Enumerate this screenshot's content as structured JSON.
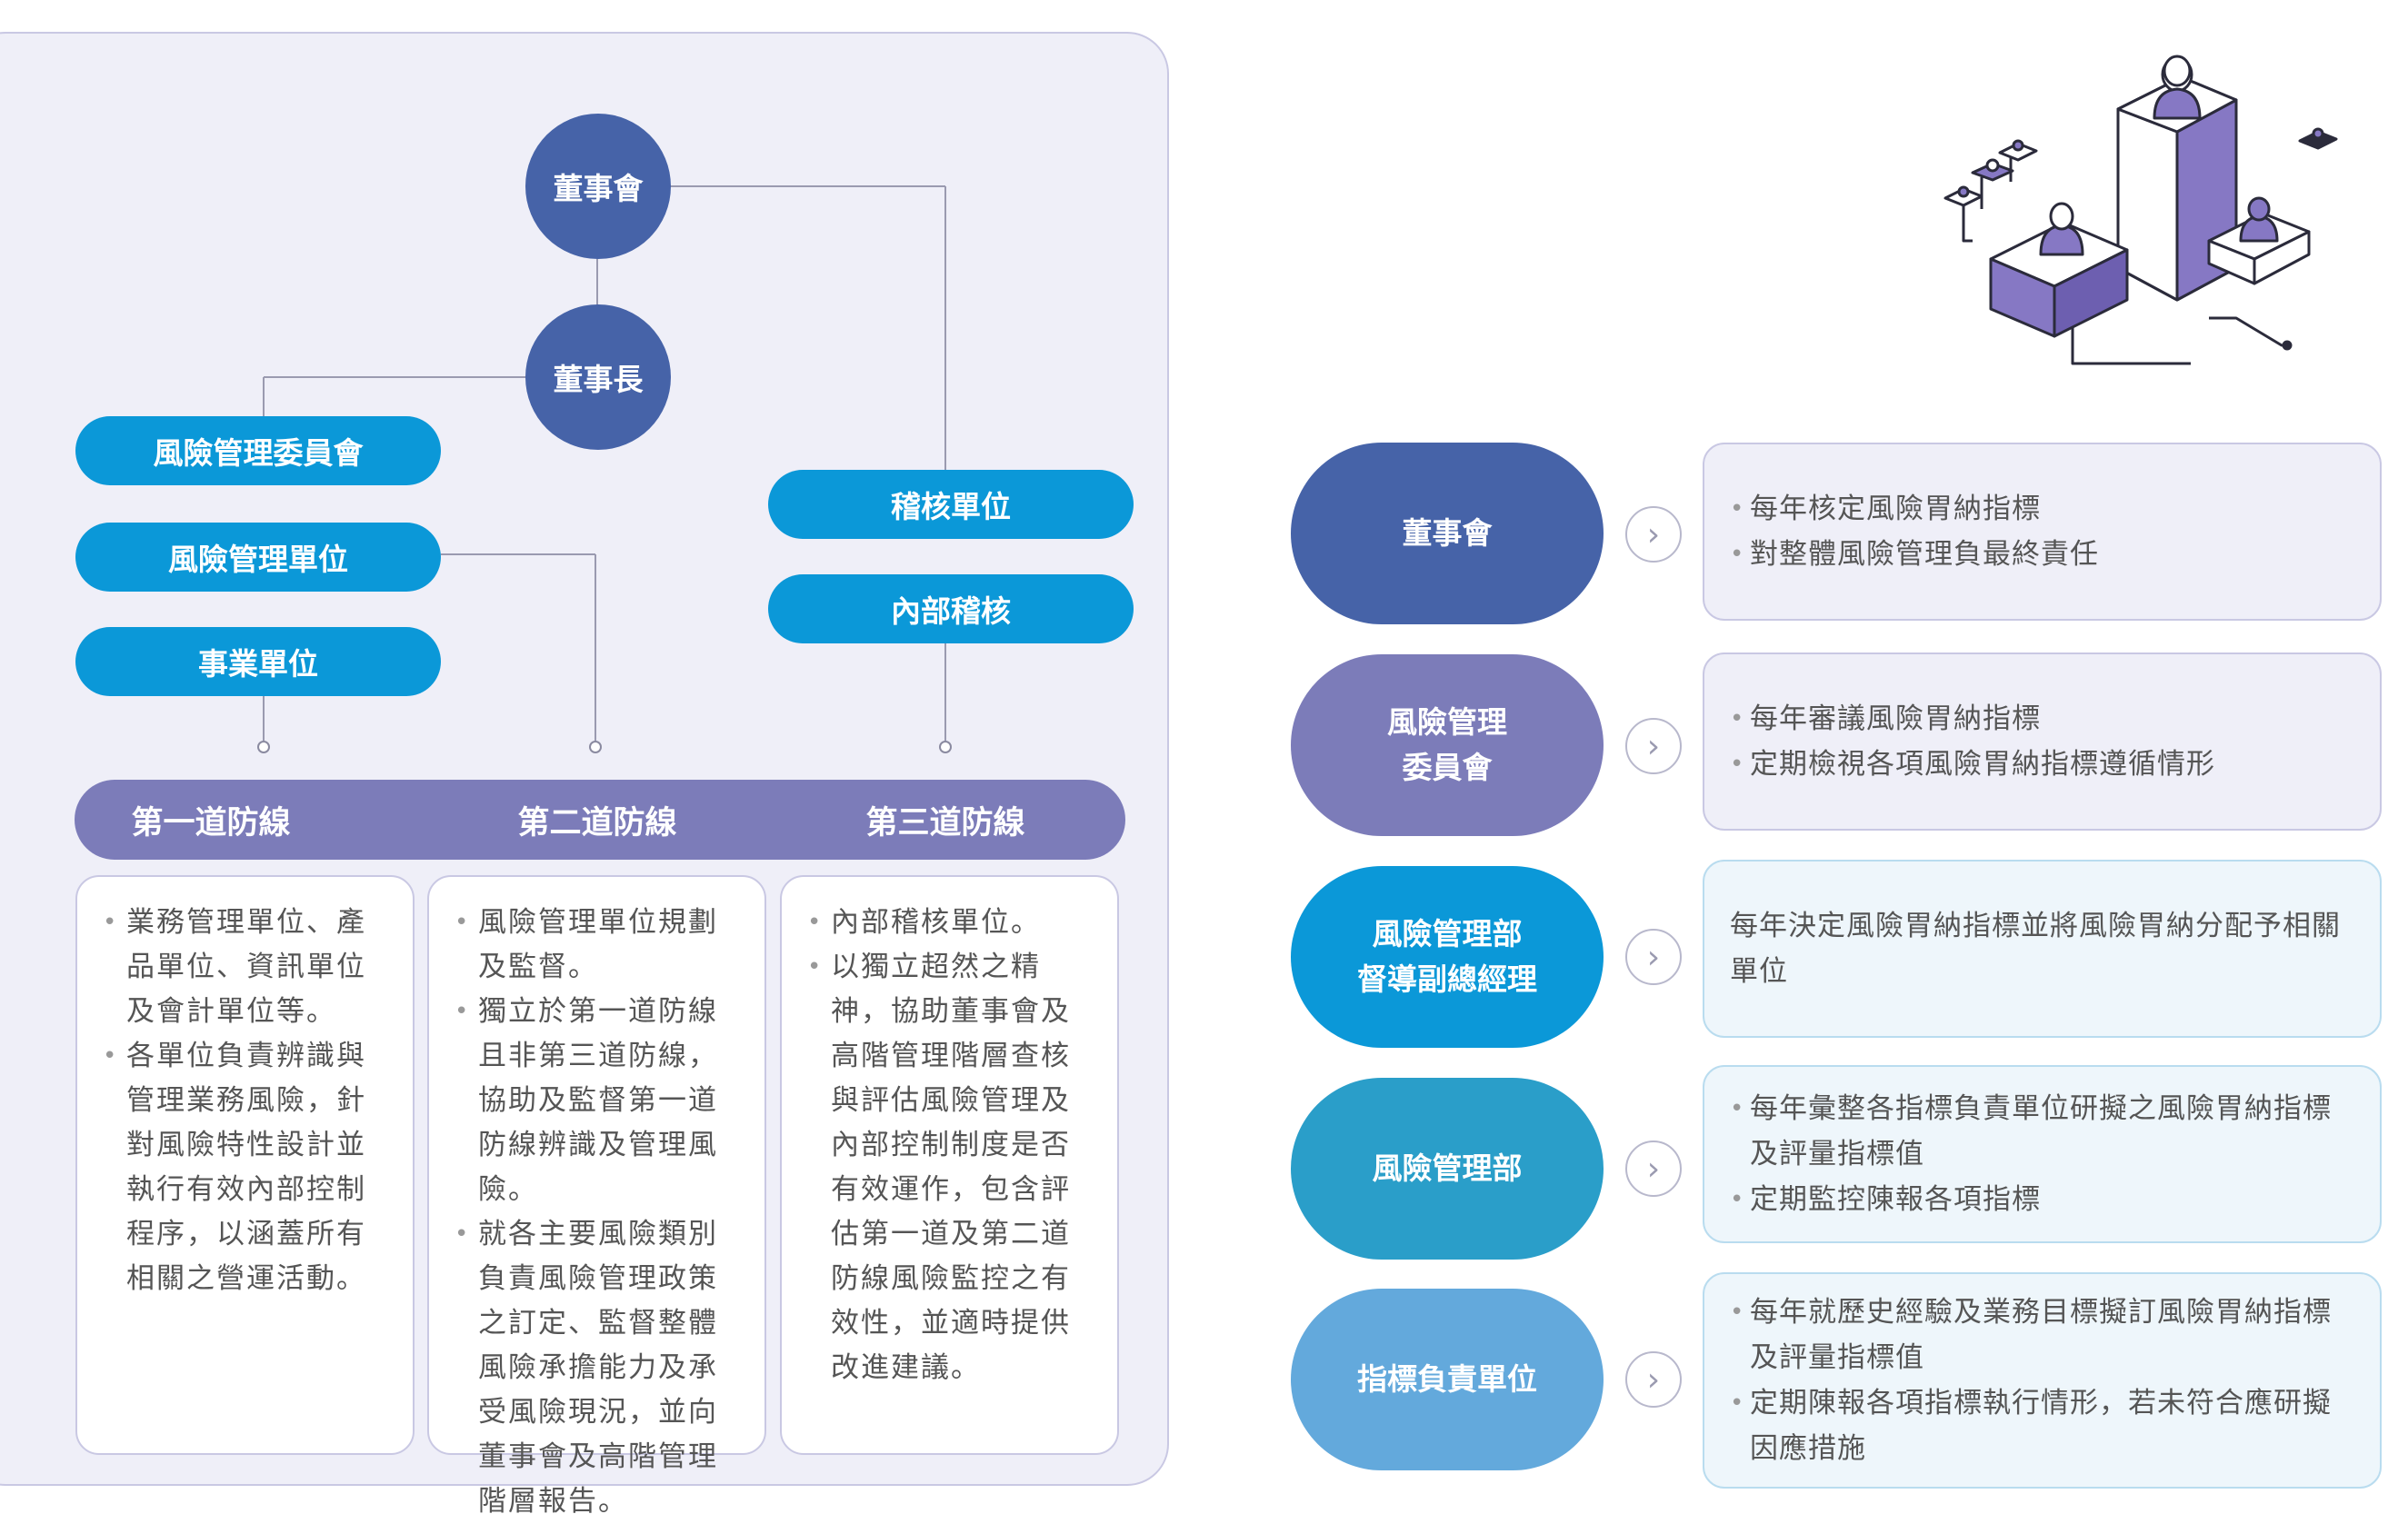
{
  "org": {
    "board": "董事會",
    "chairman": "董事長",
    "risk_committee": "風險管理委員會",
    "risk_unit": "風險管理單位",
    "business_unit": "事業單位",
    "audit_unit": "稽核單位",
    "internal_audit": "內部稽核"
  },
  "lines_of_defense": {
    "labels": [
      "第一道防線",
      "第二道防線",
      "第三道防線"
    ],
    "first": [
      "業務管理單位、產品單位、資訊單位及會計單位等。",
      "各單位負責辨識與管理業務風險，針對風險特性設計並執行有效內部控制程序，以涵蓋所有相關之營運活動。"
    ],
    "second": [
      "風險管理單位規劃及監督。",
      "獨立於第一道防線且非第三道防線，協助及監督第一道防線辨識及管理風險。",
      "就各主要風險類別負責風險管理政策之訂定、監督整體風險承擔能力及承受風險現況，並向董事會及高階管理階層報告。"
    ],
    "third": [
      "內部稽核單位。",
      "以獨立超然之精神，協助董事會及高階管理階層查核與評估風險管理及內部控制制度是否有效運作，包含評估第一道及第二道防線風險監控之有效性，並適時提供改進建議。"
    ]
  },
  "roles": [
    {
      "name": [
        "董事會"
      ],
      "color": "#4663a8",
      "items": [
        "每年核定風險胃納指標",
        "對整體風險管理負最終責任"
      ],
      "bullets": true
    },
    {
      "name": [
        "風險管理",
        "委員會"
      ],
      "color": "#7c7cb9",
      "items": [
        "每年審議風險胃納指標",
        "定期檢視各項風險胃納指標遵循情形"
      ],
      "bullets": true
    },
    {
      "name": [
        "風險管理部",
        "督導副總經理"
      ],
      "color": "#0b98d8",
      "items": [
        "每年決定風險胃納指標並將風險胃納分配予相關單位"
      ],
      "bullets": false
    },
    {
      "name": [
        "風險管理部"
      ],
      "color": "#2a9ec9",
      "items": [
        "每年彙整各指標負責單位研擬之風險胃納指標及評量指標值",
        "定期監控陳報各項指標"
      ],
      "bullets": true
    },
    {
      "name": [
        "指標負責單位"
      ],
      "color": "#63a9dc",
      "items": [
        "每年就歷史經驗及業務目標擬訂風險胃納指標及評量指標值",
        "定期陳報各項指標執行情形，若未符合應研擬因應措施"
      ],
      "bullets": true
    }
  ],
  "icons": {
    "chevron": "chevron-right-icon",
    "illustration": "isometric-people-illustration"
  }
}
